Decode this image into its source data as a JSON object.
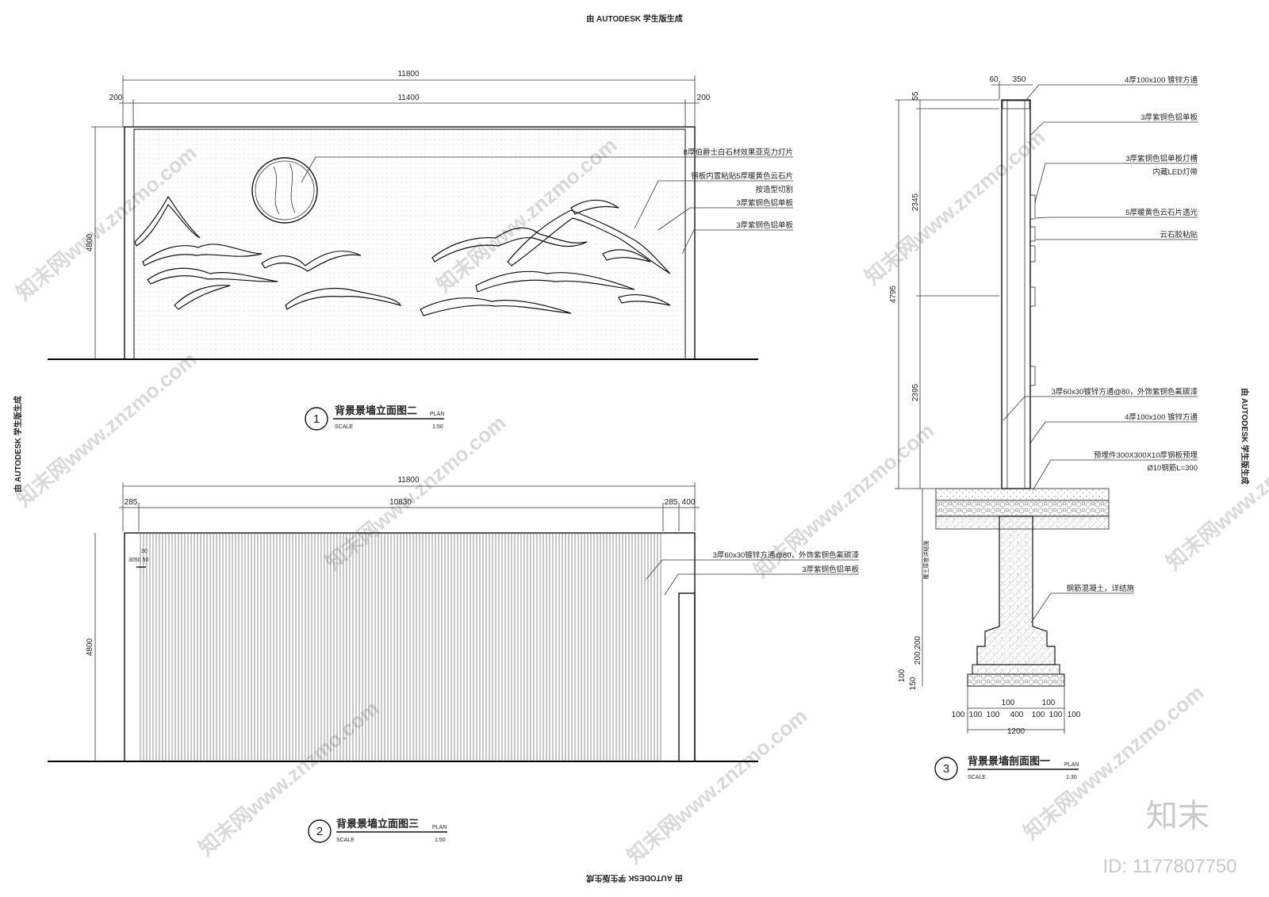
{
  "stamps": {
    "top": "由 AUTODESK 学生版生成",
    "bottom": "由 AUTODESK 学生版生成",
    "left": "由 AUTODESK 学生版生成",
    "right": "由 AUTODESK 学生版生成"
  },
  "elevation1": {
    "dims": {
      "overall": "11800",
      "inner": "11400",
      "left": "200",
      "right": "200",
      "height": "4800"
    },
    "notes": [
      "8厚伯爵士白石材效果亚克力灯片",
      "钢板内置粘贴5厚暖黄色云石片",
      "按造型切割",
      "3厚紫铜色铝单板",
      "3厚紫铜色铝单板"
    ],
    "label": {
      "num": "1",
      "title": "背景景墙立面图二",
      "plan": "PLAN",
      "scale_word": "SCALE",
      "scale": "1:50"
    }
  },
  "elevation2": {
    "dims": {
      "overall": "11800",
      "left": "285",
      "mid": "10830",
      "right1": "285",
      "right2": "400",
      "height": "4800"
    },
    "small_dims": [
      "30",
      "3050 50"
    ],
    "notes": [
      "3厚60x30镀锌方通@80，外饰紫铜色氟碳漆",
      "3厚紫铜色铝单板"
    ],
    "label": {
      "num": "2",
      "title": "背景景墙立面图三",
      "plan": "PLAN",
      "scale_word": "SCALE",
      "scale": "1:50"
    }
  },
  "section": {
    "top_dims": [
      "60",
      "350"
    ],
    "side_dims": [
      "55",
      "2345",
      "4795",
      "2395"
    ],
    "foot_dims": [
      "100",
      "200,200",
      "150"
    ],
    "depth_note": "覆土厚度详结施",
    "bottom_dims_row1": [
      "100",
      "100"
    ],
    "bottom_dims_row2": [
      "100",
      "100",
      "100",
      "400",
      "100",
      "100",
      "100"
    ],
    "bottom_overall": "1200",
    "notes": [
      "4厚100x100 镀锌方通",
      "3厚紫铜色铝单板",
      "3厚紫铜色铝单板灯槽",
      "内藏LED灯带",
      "5厚暖黄色云石片透光",
      "云石胶粘贴",
      "3厚60x30镀锌方通@80，外饰紫铜色氟碳漆",
      "4厚100x100 镀锌方通",
      "预埋件300X300X10厚钢板预埋",
      "Ø10钢筋L=300",
      "钢筋混凝土，详结施"
    ],
    "label": {
      "num": "3",
      "title": "背景景墙剖面图一",
      "plan": "PLAN",
      "scale_word": "SCALE",
      "scale": "1:30"
    }
  },
  "watermark": {
    "brand": "知末",
    "id": "ID: 1177807750",
    "tile": "知末网www.znzmo.com"
  }
}
